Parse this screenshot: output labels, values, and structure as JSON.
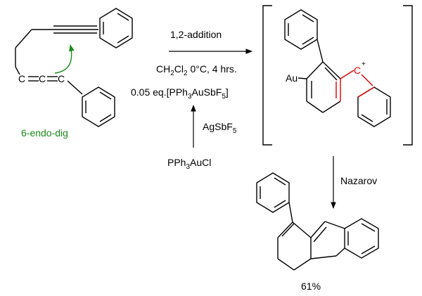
{
  "step1": {
    "arrow_top_label": "1,2-addition",
    "solvent": "CH",
    "solvent_sub": "2",
    "solvent_rest": "Cl",
    "solvent_sub2": "2",
    "conditions": " 0°C, 4 hrs.",
    "catalyst_prefix": "0.05 eq.[PPh",
    "catalyst_sub1": "3",
    "catalyst_mid": "AuSbF",
    "catalyst_sub2": "5",
    "catalyst_suffix": "]"
  },
  "catalyst_formation": {
    "reagent": "AgSbF",
    "reagent_sub": "5",
    "precursor_prefix": "PPh",
    "precursor_sub": "3",
    "precursor_suffix": "AuCl"
  },
  "substrate": {
    "cyclization_label": "6-endo-dig",
    "allene_atom": "C"
  },
  "intermediate": {
    "metal_label": "Au",
    "cation_atom": "C",
    "cation_charge": "+"
  },
  "step2": {
    "arrow_label": "Nazarov"
  },
  "product": {
    "yield_label": "61%"
  },
  "colors": {
    "bond": "#000000",
    "highlight_red": "#e00000",
    "highlight_green": "#1c8a1c"
  }
}
